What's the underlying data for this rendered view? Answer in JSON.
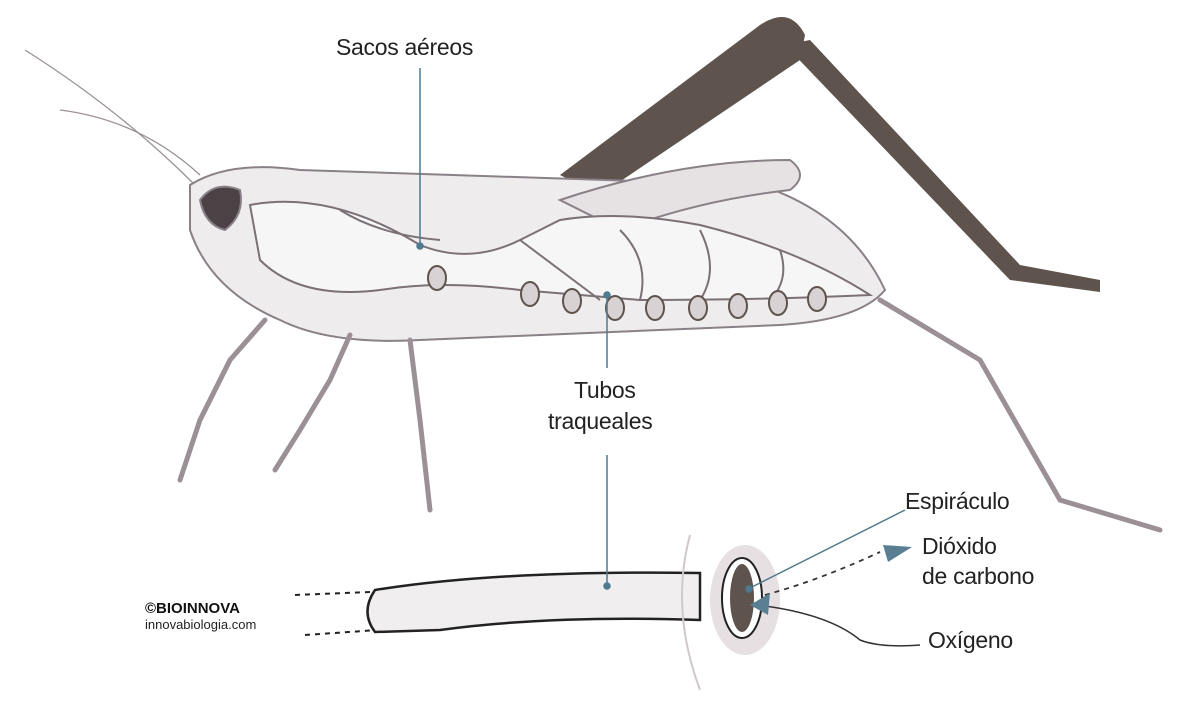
{
  "labels": {
    "air_sacs": "Sacos aéreos",
    "tracheal_tubes_line1": "Tubos",
    "tracheal_tubes_line2": "traqueales",
    "spiracle": "Espiráculo",
    "co2_line1": "Dióxido",
    "co2_line2": "de carbono",
    "oxygen": "Oxígeno"
  },
  "logo": {
    "brand": "©BIOINNOVA",
    "url": "innovabiologia.com"
  },
  "colors": {
    "leader_line": "#4f7a8f",
    "hind_leg": "#5e534d",
    "body_outline": "#8a8088",
    "arrow": "#5b7f92"
  }
}
